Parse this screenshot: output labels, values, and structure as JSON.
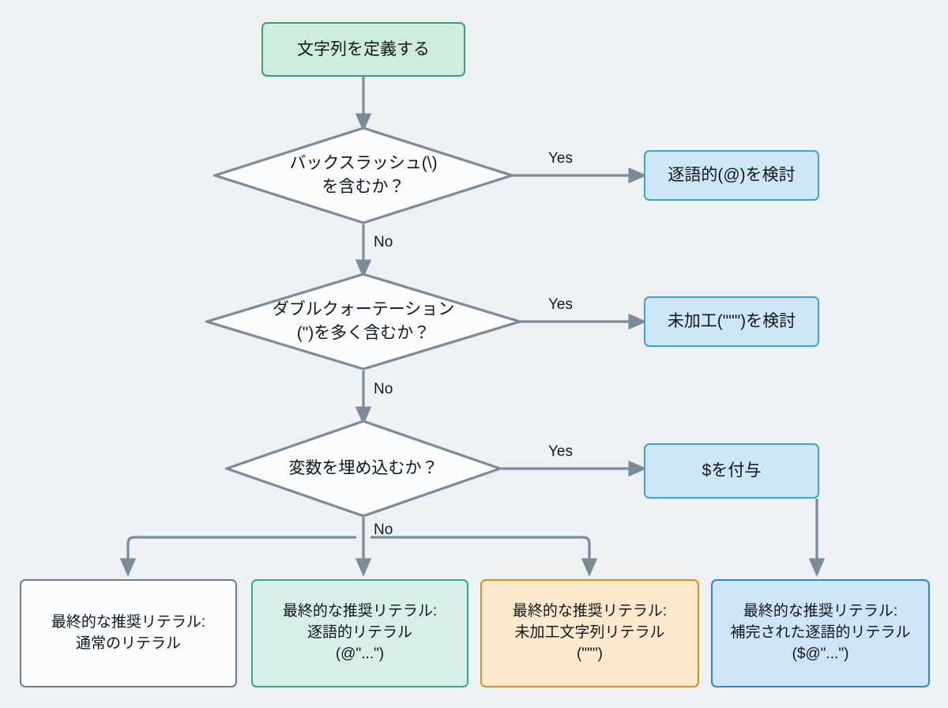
{
  "diagram": {
    "type": "flowchart",
    "direction": "top-to-bottom",
    "background_color": "#edf1f3",
    "edge_color": "#7c8b99"
  },
  "nodes": {
    "start": {
      "label": "文字列を定義する",
      "shape": "rounded-rect",
      "fill": "#cdeddd",
      "stroke": "#3a9e73"
    },
    "decision_backslash": {
      "label": "バックスラッシュ(\\)\nを含むか？",
      "shape": "diamond",
      "fill": "#fafcfd",
      "stroke": "#7c8b99"
    },
    "action_verbatim": {
      "label": "逐語的(@)を検討",
      "shape": "rounded-rect",
      "fill": "#cde7f7",
      "stroke": "#3ba3d6"
    },
    "decision_quotes": {
      "label": "ダブルクォーテーション\n(\")を多く含むか？",
      "shape": "diamond",
      "fill": "#fafcfd",
      "stroke": "#7c8b99"
    },
    "action_raw": {
      "label": "未加工(\"\"\")を検討",
      "shape": "rounded-rect",
      "fill": "#cde7f7",
      "stroke": "#3ba3d6"
    },
    "decision_interpolate": {
      "label": "変数を埋め込むか？",
      "shape": "diamond",
      "fill": "#fafcfd",
      "stroke": "#7c8b99"
    },
    "action_dollar": {
      "label": "$を付与",
      "shape": "rounded-rect",
      "fill": "#cde7f7",
      "stroke": "#3ba3d6"
    },
    "result_regular": {
      "label": "最終的な推奨リテラル:\n通常のリテラル",
      "shape": "rounded-rect",
      "fill": "#fafcfd",
      "stroke": "#6d7f8e"
    },
    "result_verbatim": {
      "label": "最終的な推奨リテラル:\n逐語的リテラル\n(@\"...\")",
      "shape": "rounded-rect",
      "fill": "#d8efe9",
      "stroke": "#35a795"
    },
    "result_raw": {
      "label": "最終的な推奨リテラル:\n未加工文字列リテラル\n(\"\"\")",
      "shape": "rounded-rect",
      "fill": "#fce8cc",
      "stroke": "#e08b1d"
    },
    "result_interpolated_verbatim": {
      "label": "最終的な推奨リテラル:\n補完された逐語的リテラル\n($@\"...\")",
      "shape": "rounded-rect",
      "fill": "#cde5f6",
      "stroke": "#3584c4"
    }
  },
  "edge_labels": {
    "backslash_yes": "Yes",
    "backslash_no": "No",
    "quotes_yes": "Yes",
    "quotes_no": "No",
    "interpolate_yes": "Yes",
    "interpolate_no": "No"
  }
}
